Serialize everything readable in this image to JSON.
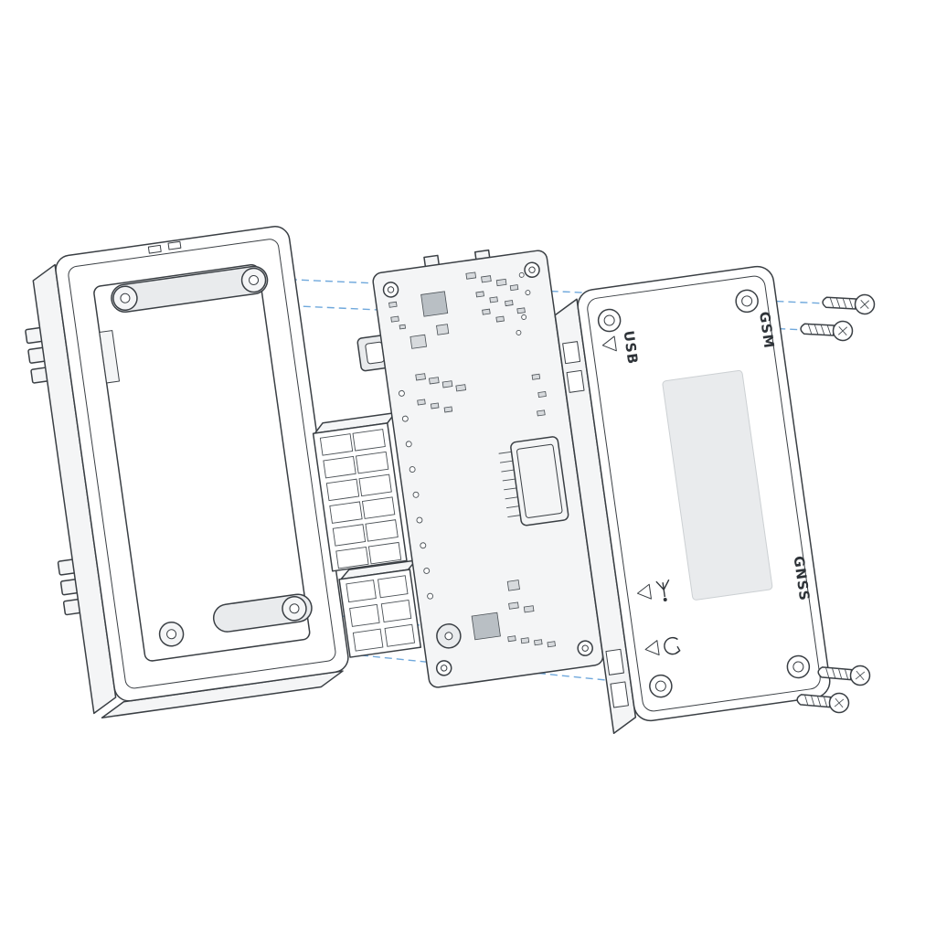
{
  "diagram": {
    "type": "exploded-view",
    "labels": {
      "usb": "USB",
      "gsm": "GSM",
      "gnss": "GNSS"
    },
    "icons": [
      {
        "name": "triangle-marker",
        "glyph": "◀",
        "count": 3
      },
      {
        "name": "antenna-icon"
      },
      {
        "name": "refresh-arrow-icon"
      },
      {
        "name": "phillips-screw-head",
        "count": 4
      }
    ],
    "parts": [
      {
        "name": "bottom-cover"
      },
      {
        "name": "main-pcb"
      },
      {
        "name": "top-cover"
      },
      {
        "name": "screw",
        "count": 4
      }
    ],
    "colors": {
      "line": "#3a3f44",
      "accent": "#6fa8dc",
      "fill_light": "#f4f5f6",
      "fill_mid": "#e9ebed"
    }
  }
}
